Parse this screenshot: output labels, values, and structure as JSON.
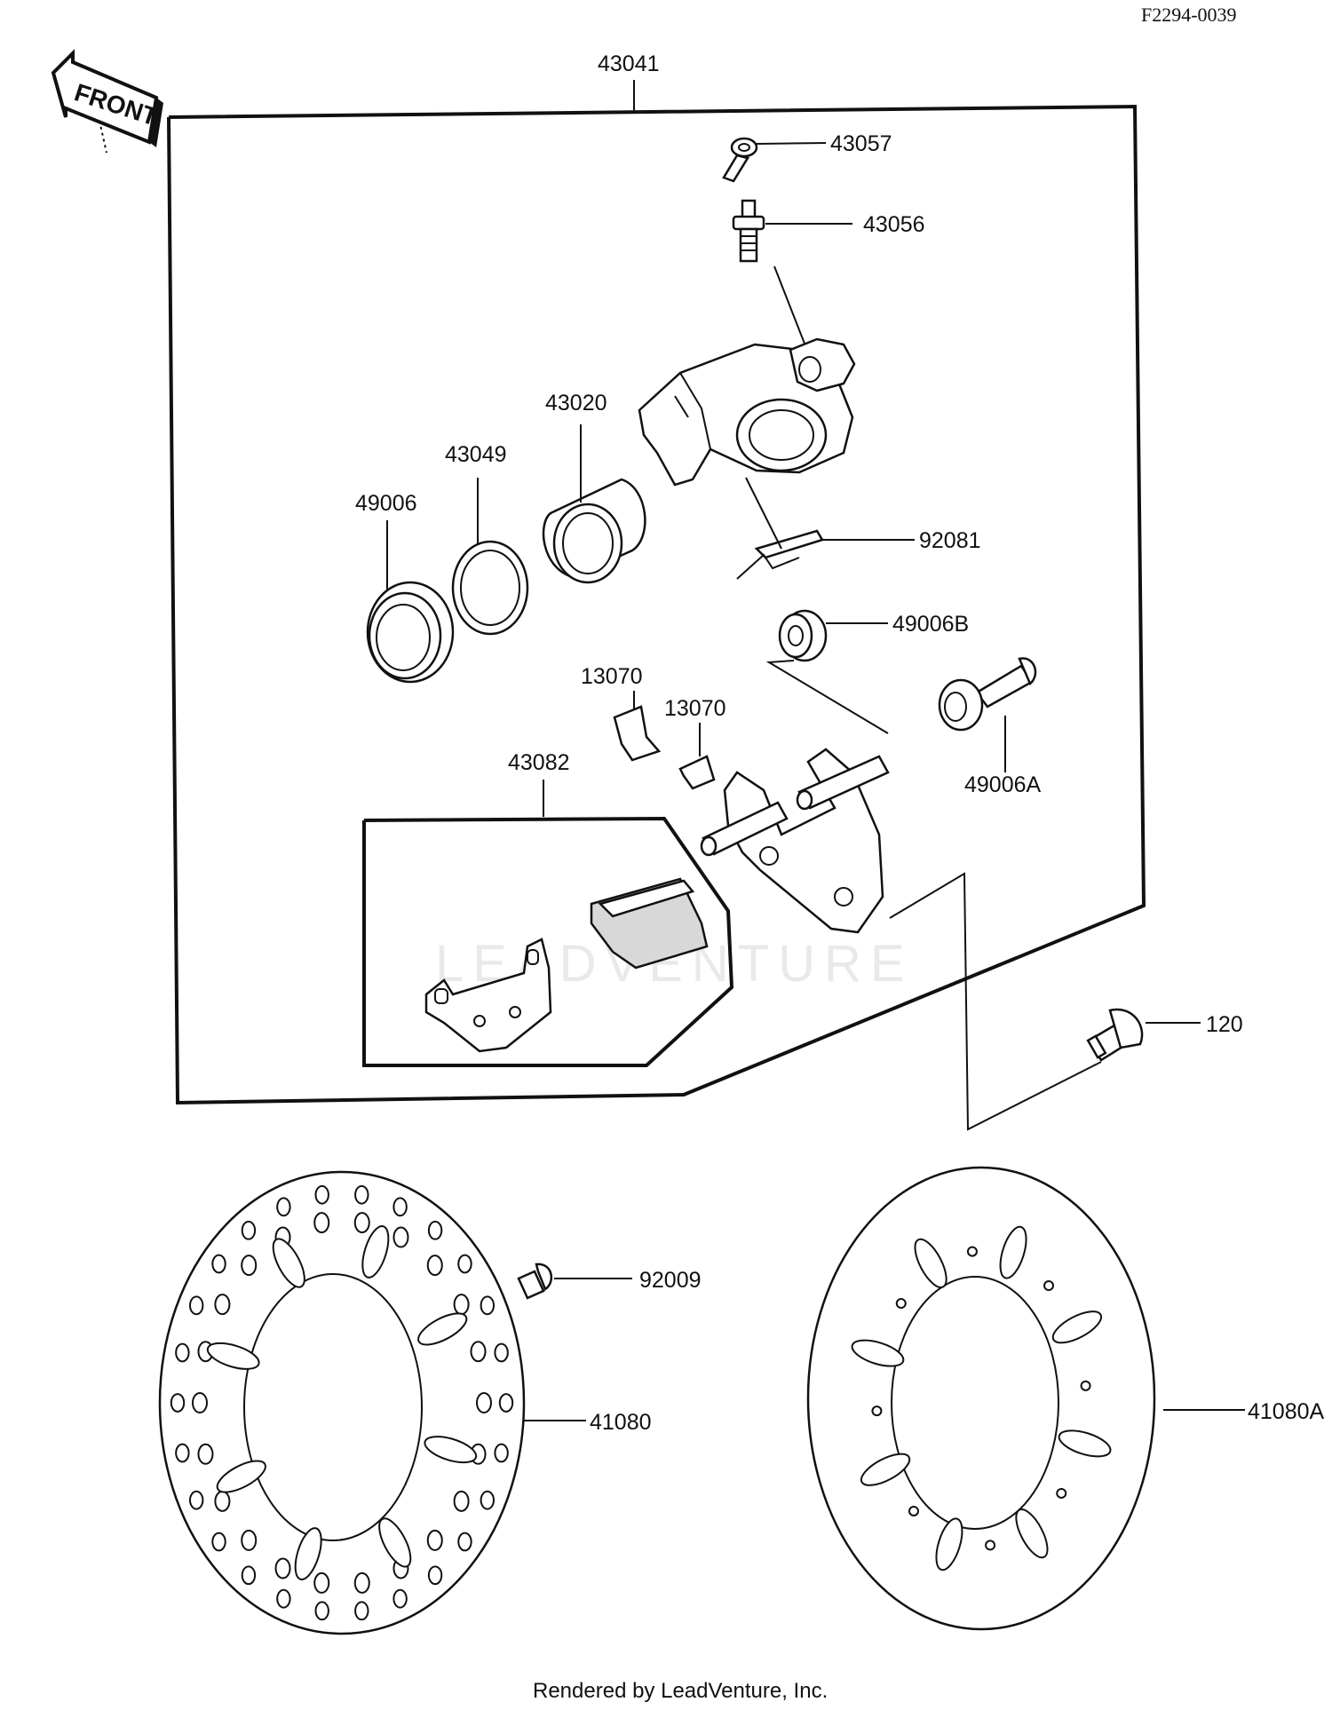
{
  "diagram_code": "F2294-0039",
  "front_arrow_text": "FRONT",
  "watermark": "LEADVENTURE",
  "footer": "Rendered by LeadVenture, Inc.",
  "labels": {
    "p43041": "43041",
    "p43057": "43057",
    "p43056": "43056",
    "p43020": "43020",
    "p43049": "43049",
    "p49006": "49006",
    "p92081": "92081",
    "p49006B": "49006B",
    "p13070a": "13070",
    "p13070b": "13070",
    "p49006A": "49006A",
    "p43082": "43082",
    "p120": "120",
    "p92009": "92009",
    "p41080": "41080",
    "p41080A": "41080A"
  }
}
